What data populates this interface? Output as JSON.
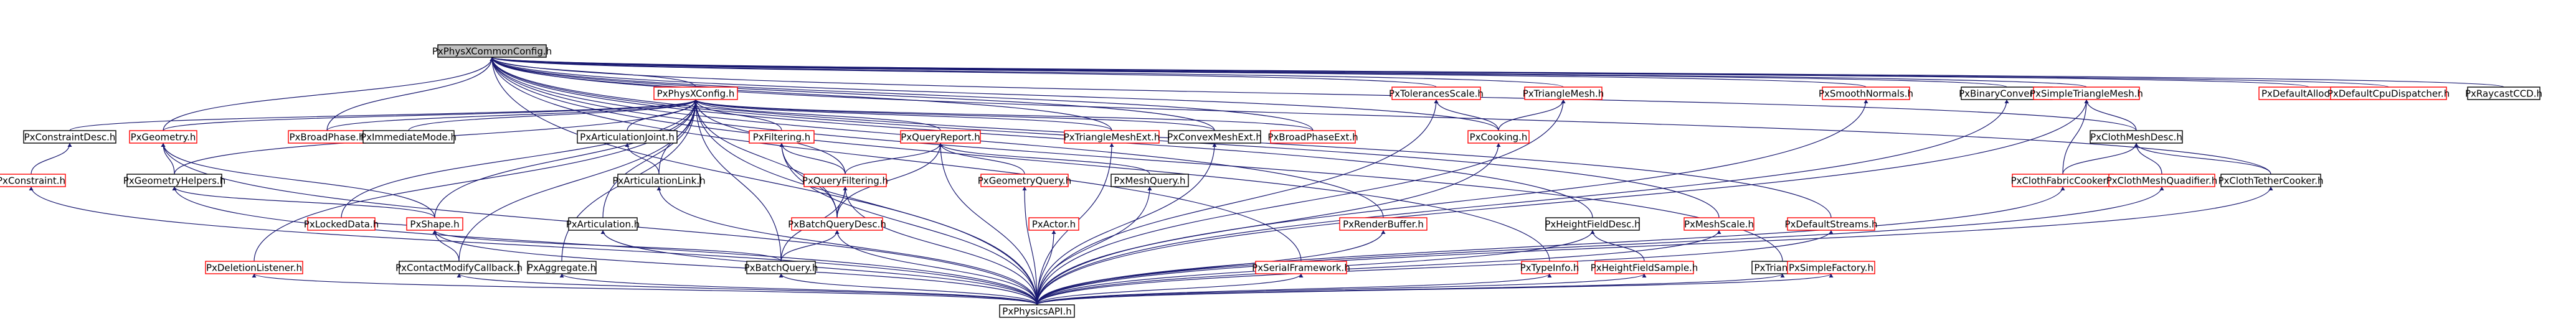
{
  "colors": {
    "documented_border": "#000000",
    "undocumented_border": "#ff0000",
    "root_fill": "#bfbfbf",
    "node_fill": "#ffffff",
    "edge": "#191970",
    "text": "#000000"
  },
  "diagram": {
    "nodes": [
      {
        "id": "root",
        "label": "PxPhysXCommonConfig.h",
        "style": "root"
      },
      {
        "id": "config",
        "label": "PxPhysXConfig.h",
        "style": "red"
      },
      {
        "id": "tolscale",
        "label": "PxTolerancesScale.h",
        "style": "red"
      },
      {
        "id": "trimesh",
        "label": "PxTriangleMesh.h",
        "style": "red"
      },
      {
        "id": "smoothnorm",
        "label": "PxSmoothNormals.h",
        "style": "red"
      },
      {
        "id": "binconv",
        "label": "PxBinaryConverter.h",
        "style": "black"
      },
      {
        "id": "simpletri",
        "label": "PxSimpleTriangleMesh.h",
        "style": "red"
      },
      {
        "id": "defalloc",
        "label": "PxDefaultAllocator.h",
        "style": "red"
      },
      {
        "id": "defcpu",
        "label": "PxDefaultCpuDispatcher.h",
        "style": "red"
      },
      {
        "id": "raycast",
        "label": "PxRaycastCCD.h",
        "style": "black"
      },
      {
        "id": "constdesc",
        "label": "PxConstraintDesc.h",
        "style": "black"
      },
      {
        "id": "geometry",
        "label": "PxGeometry.h",
        "style": "red"
      },
      {
        "id": "broadphase",
        "label": "PxBroadPhase.h",
        "style": "red"
      },
      {
        "id": "immediate",
        "label": "PxImmediateMode.h",
        "style": "black"
      },
      {
        "id": "artjoint",
        "label": "PxArticulationJoint.h",
        "style": "black"
      },
      {
        "id": "filtering",
        "label": "PxFiltering.h",
        "style": "red"
      },
      {
        "id": "queryreport",
        "label": "PxQueryReport.h",
        "style": "red"
      },
      {
        "id": "trimeshext",
        "label": "PxTriangleMeshExt.h",
        "style": "red"
      },
      {
        "id": "convexext",
        "label": "PxConvexMeshExt.h",
        "style": "black"
      },
      {
        "id": "bpext",
        "label": "PxBroadPhaseExt.h",
        "style": "red"
      },
      {
        "id": "cooking",
        "label": "PxCooking.h",
        "style": "red"
      },
      {
        "id": "clothdesc",
        "label": "PxClothMeshDesc.h",
        "style": "black"
      },
      {
        "id": "constraint",
        "label": "PxConstraint.h",
        "style": "red"
      },
      {
        "id": "geomhelpers",
        "label": "PxGeometryHelpers.h",
        "style": "black"
      },
      {
        "id": "artlink",
        "label": "PxArticulationLink.h",
        "style": "black"
      },
      {
        "id": "queryfilt",
        "label": "PxQueryFiltering.h",
        "style": "red"
      },
      {
        "id": "geomquery",
        "label": "PxGeometryQuery.h",
        "style": "red"
      },
      {
        "id": "meshquery",
        "label": "PxMeshQuery.h",
        "style": "black"
      },
      {
        "id": "clothfabric",
        "label": "PxClothFabricCooker.h",
        "style": "red"
      },
      {
        "id": "clothquad",
        "label": "PxClothMeshQuadifier.h",
        "style": "red"
      },
      {
        "id": "clothtether",
        "label": "PxClothTetherCooker.h",
        "style": "black"
      },
      {
        "id": "lockeddata",
        "label": "PxLockedData.h",
        "style": "red"
      },
      {
        "id": "shape",
        "label": "PxShape.h",
        "style": "red"
      },
      {
        "id": "articulation",
        "label": "PxArticulation.h",
        "style": "black"
      },
      {
        "id": "batchdesc",
        "label": "PxBatchQueryDesc.h",
        "style": "red"
      },
      {
        "id": "actor",
        "label": "PxActor.h",
        "style": "red"
      },
      {
        "id": "renderbuf",
        "label": "PxRenderBuffer.h",
        "style": "red"
      },
      {
        "id": "hfdesc",
        "label": "PxHeightFieldDesc.h",
        "style": "black"
      },
      {
        "id": "meshscale",
        "label": "PxMeshScale.h",
        "style": "red"
      },
      {
        "id": "defstreams",
        "label": "PxDefaultStreams.h",
        "style": "red"
      },
      {
        "id": "deletion",
        "label": "PxDeletionListener.h",
        "style": "red"
      },
      {
        "id": "contactmod",
        "label": "PxContactModifyCallback.h",
        "style": "black"
      },
      {
        "id": "aggregate",
        "label": "PxAggregate.h",
        "style": "black"
      },
      {
        "id": "batchquery",
        "label": "PxBatchQuery.h",
        "style": "black"
      },
      {
        "id": "serialfw",
        "label": "PxSerialFramework.h",
        "style": "red"
      },
      {
        "id": "typeinfo",
        "label": "PxTypeInfo.h",
        "style": "red"
      },
      {
        "id": "hfsample",
        "label": "PxHeightFieldSample.h",
        "style": "red"
      },
      {
        "id": "triangle",
        "label": "PxTriangle.h",
        "style": "black"
      },
      {
        "id": "simplefactory",
        "label": "PxSimpleFactory.h",
        "style": "red"
      },
      {
        "id": "physicsapi",
        "label": "PxPhysicsAPI.h",
        "style": "black"
      }
    ],
    "edges": [
      [
        "config",
        "root"
      ],
      [
        "tolscale",
        "root"
      ],
      [
        "trimesh",
        "root"
      ],
      [
        "smoothnorm",
        "root"
      ],
      [
        "binconv",
        "root"
      ],
      [
        "simpletri",
        "root"
      ],
      [
        "defalloc",
        "root"
      ],
      [
        "defcpu",
        "root"
      ],
      [
        "raycast",
        "root"
      ],
      [
        "geometry",
        "root"
      ],
      [
        "broadphase",
        "root"
      ],
      [
        "trimeshext",
        "root"
      ],
      [
        "convexext",
        "root"
      ],
      [
        "bpext",
        "root"
      ],
      [
        "clothdesc",
        "root"
      ],
      [
        "clothtether",
        "root"
      ],
      [
        "renderbuf",
        "root"
      ],
      [
        "hfdesc",
        "root"
      ],
      [
        "meshscale",
        "root"
      ],
      [
        "defstreams",
        "root"
      ],
      [
        "serialfw",
        "root"
      ],
      [
        "typeinfo",
        "root"
      ],
      [
        "triangle",
        "root"
      ],
      [
        "physicsapi",
        "root"
      ],
      [
        "cooking",
        "root"
      ],
      [
        "constdesc",
        "config"
      ],
      [
        "geometry",
        "config"
      ],
      [
        "broadphase",
        "config"
      ],
      [
        "immediate",
        "config"
      ],
      [
        "artjoint",
        "config"
      ],
      [
        "filtering",
        "config"
      ],
      [
        "queryreport",
        "config"
      ],
      [
        "trimeshext",
        "config"
      ],
      [
        "convexext",
        "config"
      ],
      [
        "bpext",
        "config"
      ],
      [
        "lockeddata",
        "config"
      ],
      [
        "shape",
        "config"
      ],
      [
        "articulation",
        "config"
      ],
      [
        "batchdesc",
        "config"
      ],
      [
        "contactmod",
        "config"
      ],
      [
        "aggregate",
        "config"
      ],
      [
        "batchquery",
        "config"
      ],
      [
        "queryfilt",
        "config"
      ],
      [
        "artlink",
        "config"
      ],
      [
        "physicsapi",
        "config"
      ],
      [
        "deletion",
        "config"
      ],
      [
        "geomhelpers",
        "config"
      ],
      [
        "cooking",
        "tolscale"
      ],
      [
        "physicsapi",
        "tolscale"
      ],
      [
        "cooking",
        "trimesh"
      ],
      [
        "physicsapi",
        "trimesh"
      ],
      [
        "physicsapi",
        "smoothnorm"
      ],
      [
        "physicsapi",
        "binconv"
      ],
      [
        "clothfabric",
        "simpletri"
      ],
      [
        "clothdesc",
        "simpletri"
      ],
      [
        "physicsapi",
        "simpletri"
      ],
      [
        "clothfabric",
        "clothdesc"
      ],
      [
        "clothquad",
        "clothdesc"
      ],
      [
        "clothtether",
        "clothdesc"
      ],
      [
        "constraint",
        "constdesc"
      ],
      [
        "physicsapi",
        "constraint"
      ],
      [
        "geomhelpers",
        "geometry"
      ],
      [
        "shape",
        "geometry"
      ],
      [
        "physicsapi",
        "geometry"
      ],
      [
        "shape",
        "geomhelpers"
      ],
      [
        "physicsapi",
        "geomhelpers"
      ],
      [
        "artlink",
        "artjoint"
      ],
      [
        "physicsapi",
        "artlink"
      ],
      [
        "queryfilt",
        "filtering"
      ],
      [
        "batchdesc",
        "filtering"
      ],
      [
        "physicsapi",
        "filtering"
      ],
      [
        "queryfilt",
        "queryreport"
      ],
      [
        "batchdesc",
        "queryreport"
      ],
      [
        "geomquery",
        "queryreport"
      ],
      [
        "meshquery",
        "queryreport"
      ],
      [
        "physicsapi",
        "queryreport"
      ],
      [
        "batchdesc",
        "queryfilt"
      ],
      [
        "batchquery",
        "queryfilt"
      ],
      [
        "physicsapi",
        "queryfilt"
      ],
      [
        "batchquery",
        "batchdesc"
      ],
      [
        "physicsapi",
        "batchdesc"
      ],
      [
        "physicsapi",
        "geomquery"
      ],
      [
        "physicsapi",
        "meshquery"
      ],
      [
        "physicsapi",
        "trimeshext"
      ],
      [
        "physicsapi",
        "convexext"
      ],
      [
        "physicsapi",
        "cooking"
      ],
      [
        "physicsapi",
        "actor"
      ],
      [
        "shape",
        "lockeddata"
      ],
      [
        "physicsapi",
        "shape"
      ],
      [
        "contactmod",
        "shape"
      ],
      [
        "batchquery",
        "shape"
      ],
      [
        "physicsapi",
        "articulation"
      ],
      [
        "physicsapi",
        "contactmod"
      ],
      [
        "physicsapi",
        "aggregate"
      ],
      [
        "physicsapi",
        "batchquery"
      ],
      [
        "physicsapi",
        "deletion"
      ],
      [
        "physicsapi",
        "renderbuf"
      ],
      [
        "physicsapi",
        "hfdesc"
      ],
      [
        "physicsapi",
        "hfsample"
      ],
      [
        "hfdesc",
        "hfsample"
      ],
      [
        "physicsapi",
        "meshscale"
      ],
      [
        "physicsapi",
        "defstreams"
      ],
      [
        "physicsapi",
        "serialfw"
      ],
      [
        "physicsapi",
        "typeinfo"
      ],
      [
        "physicsapi",
        "triangle"
      ],
      [
        "physicsapi",
        "simplefactory"
      ],
      [
        "physicsapi",
        "clothfabric"
      ],
      [
        "physicsapi",
        "clothquad"
      ],
      [
        "physicsapi",
        "clothtether"
      ]
    ]
  }
}
